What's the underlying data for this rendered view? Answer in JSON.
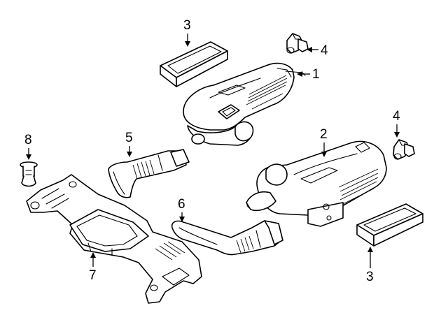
{
  "diagram": {
    "callouts": [
      {
        "id": "c1",
        "label": "1"
      },
      {
        "id": "c2",
        "label": "2"
      },
      {
        "id": "c3a",
        "label": "3"
      },
      {
        "id": "c3b",
        "label": "3"
      },
      {
        "id": "c4a",
        "label": "4"
      },
      {
        "id": "c4b",
        "label": "4"
      },
      {
        "id": "c5",
        "label": "5"
      },
      {
        "id": "c6",
        "label": "6"
      },
      {
        "id": "c7",
        "label": "7"
      },
      {
        "id": "c8",
        "label": "8"
      }
    ],
    "colors": {
      "line": "#000000",
      "background": "#ffffff"
    }
  }
}
